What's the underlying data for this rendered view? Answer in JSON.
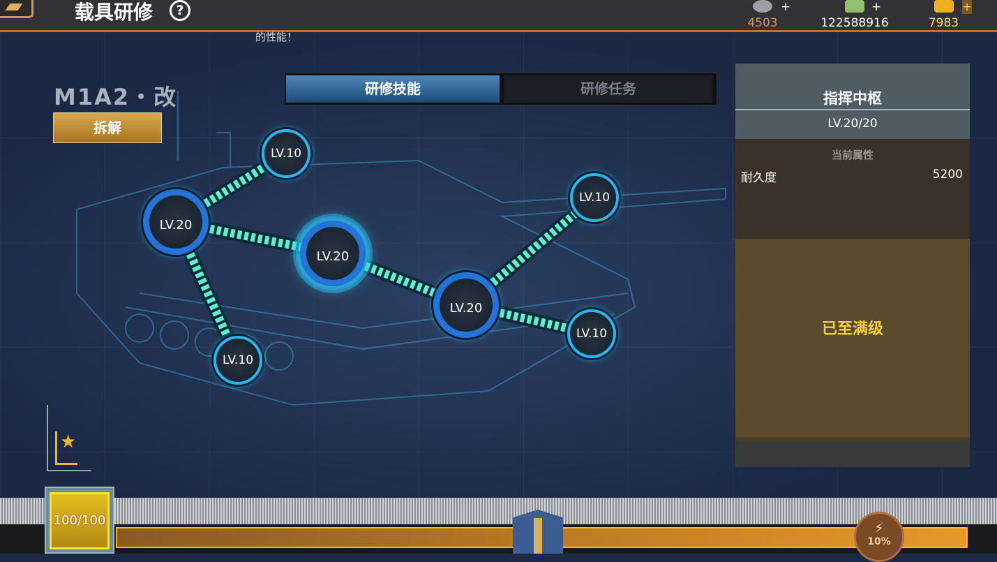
{
  "header": {
    "title": "载具研修",
    "help_icon": "?",
    "ticker": "的性能！"
  },
  "resources": [
    {
      "name": "silver-medal",
      "value": "4503",
      "color": "#e09050"
    },
    {
      "name": "cash",
      "value": "122588916",
      "color": "#ffffff"
    },
    {
      "name": "gold",
      "value": "7983",
      "color": "#f0e070"
    }
  ],
  "resource_plus": "+",
  "vehicle": {
    "name": "M1A2・改",
    "dismantle_label": "拆解"
  },
  "tabs": [
    {
      "label": "研修技能",
      "active": true
    },
    {
      "label": "研修任务",
      "active": false
    }
  ],
  "skill_nodes": [
    {
      "label": "LV.10"
    },
    {
      "label": "LV.20"
    },
    {
      "label": "LV.20",
      "selected": true
    },
    {
      "label": "LV.10"
    },
    {
      "label": "LV.20"
    },
    {
      "label": "LV.10"
    },
    {
      "label": "LV.10"
    }
  ],
  "panel": {
    "name": "指挥中枢",
    "level": "LV.20/20",
    "attr_title": "当前属性",
    "attr_name": "耐久度",
    "attr_value": "5200",
    "status": "已至满级"
  },
  "bottom": {
    "level_progress": "100/100",
    "xp_fill_percent": 100,
    "boost": "10%"
  },
  "colors": {
    "accent": "#29b6f0",
    "link": "#5ff0d0",
    "gold": "#f0d040"
  }
}
